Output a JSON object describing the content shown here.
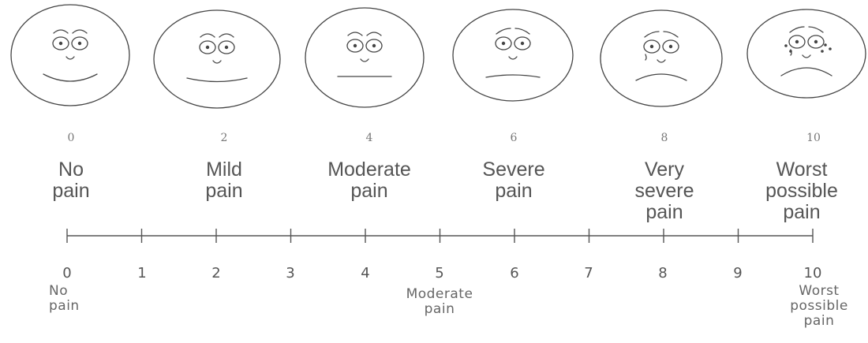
{
  "faces": [
    {
      "score": "0",
      "desc": [
        "No",
        "pain"
      ],
      "expression": "no-pain"
    },
    {
      "score": "2",
      "desc": [
        "Mild",
        "pain"
      ],
      "expression": "mild"
    },
    {
      "score": "4",
      "desc": [
        "Moderate",
        "pain"
      ],
      "expression": "moderate"
    },
    {
      "score": "6",
      "desc": [
        "Severe",
        "pain"
      ],
      "expression": "severe"
    },
    {
      "score": "8",
      "desc": [
        "Very",
        "severe",
        "pain"
      ],
      "expression": "very-severe"
    },
    {
      "score": "10",
      "desc": [
        "Worst",
        "possible",
        "pain"
      ],
      "expression": "worst"
    }
  ],
  "scale": {
    "ticks": [
      "0",
      "1",
      "2",
      "3",
      "4",
      "5",
      "6",
      "7",
      "8",
      "9",
      "10"
    ],
    "anchors": [
      {
        "at": "0",
        "lines": [
          "No",
          "pain"
        ]
      },
      {
        "at": "5",
        "lines": [
          "Moderate",
          "pain"
        ]
      },
      {
        "at": "10",
        "lines": [
          "Worst",
          "possible",
          "pain"
        ]
      }
    ]
  },
  "colors": {
    "ink": "#444444",
    "line": "#555555"
  }
}
